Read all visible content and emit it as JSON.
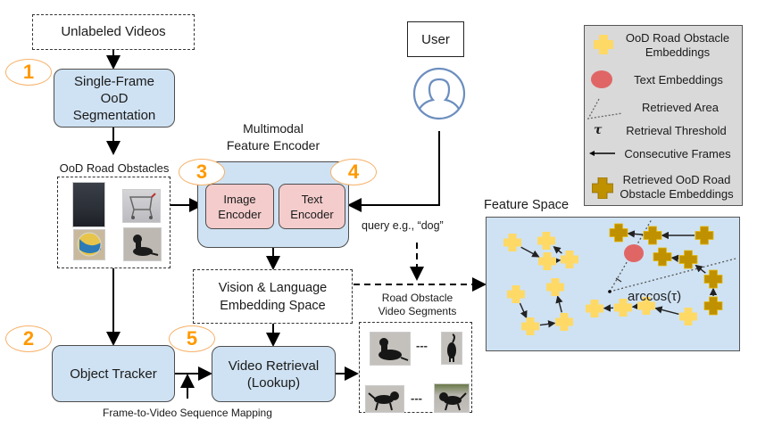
{
  "nodes": {
    "unlabeled_videos": "Unlabeled Videos",
    "single_frame_line1": "Single-Frame",
    "single_frame_line2": "OoD",
    "single_frame_line3": "Segmentation",
    "ood_obstacles_label": "OoD Road Obstacles",
    "encoder_title_line1": "Multimodal",
    "encoder_title_line2": "Feature Encoder",
    "image_encoder_line1": "Image",
    "image_encoder_line2": "Encoder",
    "text_encoder_line1": "Text",
    "text_encoder_line2": "Encoder",
    "user": "User",
    "query": "query e.g., “dog”",
    "vl_space_line1": "Vision & Language",
    "vl_space_line2": "Embedding Space",
    "object_tracker": "Object Tracker",
    "video_retrieval_line1": "Video Retrieval",
    "video_retrieval_line2": "(Lookup)",
    "mapping": "Frame-to-Video Sequence Mapping",
    "segments_line1": "Road Obstacle",
    "segments_line2": "Video Segments",
    "segments_separator": "---",
    "feature_space": "Feature Space",
    "arccos": "arccos(τ)"
  },
  "badges": [
    "1",
    "2",
    "3",
    "4",
    "5"
  ],
  "obstacle_thumbnails": [
    "trash-bin",
    "shopping-cart",
    "ball",
    "dog"
  ],
  "segment_thumbnails": [
    "dog-lying",
    "dog-standing",
    "dog-walking",
    "dog-walking-grass"
  ],
  "legend": {
    "items": [
      {
        "icon": "light-cross-icon",
        "line1": "OoD Road Obstacle",
        "line2": "Embeddings"
      },
      {
        "icon": "red-ellipse-icon",
        "line1": "Text Embeddings",
        "line2": ""
      },
      {
        "icon": "dotted-angle-icon",
        "line1": "Retrieved Area",
        "line2": ""
      },
      {
        "icon": "tau-icon",
        "line1": "Retrieval Threshold",
        "line2": ""
      },
      {
        "icon": "arrow-left-icon",
        "line1": "Consecutive Frames",
        "line2": ""
      },
      {
        "icon": "dark-cross-icon",
        "line1": "Retrieved OoD Road",
        "line2": "Obstacle Embeddings"
      }
    ],
    "tau_symbol": "τ"
  },
  "colors": {
    "blue_fill": "#cfe2f3",
    "pink_fill": "#f4cccc",
    "badge_orange": "#ff9900",
    "badge_border": "#f6b26b",
    "light_embedding": "#ffd966",
    "dark_embedding": "#bf9000",
    "text_embedding": "#e06666",
    "legend_fill": "#d9d9d9",
    "user_icon": "#6c8ebf"
  }
}
